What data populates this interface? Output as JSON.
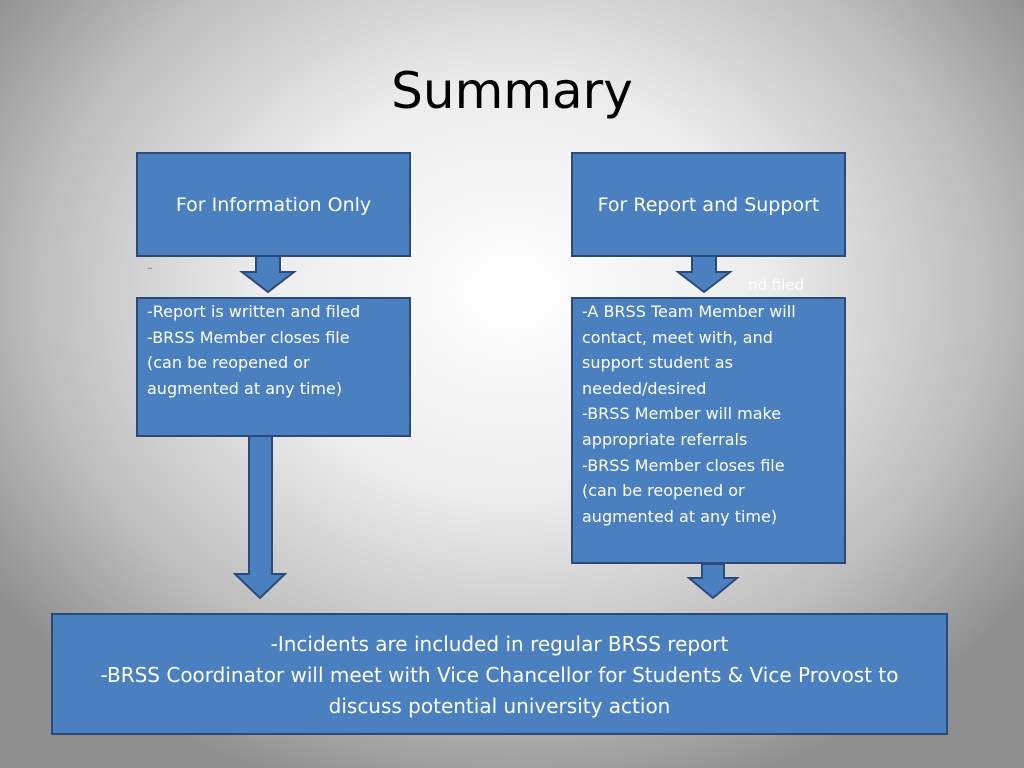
{
  "slide": {
    "title": "Summary"
  },
  "left_header": "For Information Only",
  "right_header": "For Report and Support",
  "left_note": "¨",
  "right_note": "nd filed",
  "left_body": [
    "-Report is written and filed",
    "-BRSS Member closes file",
    "(can be reopened or",
    "augmented at any time)"
  ],
  "right_body": [
    "-A BRSS Team Member will",
    "contact, meet with, and",
    "support student as",
    "needed/desired",
    "-BRSS Member will make",
    "appropriate referrals",
    "-BRSS Member closes file",
    "(can be reopened or",
    "augmented at any time)"
  ],
  "bottom_body": [
    "-Incidents are included in regular BRSS report",
    "-BRSS Coordinator will meet with Vice Chancellor for Students & Vice Provost to",
    "discuss potential university action"
  ],
  "colors": {
    "box_fill": "#4a7fc0",
    "box_border": "#2c4a78",
    "text": "#ffffff"
  }
}
